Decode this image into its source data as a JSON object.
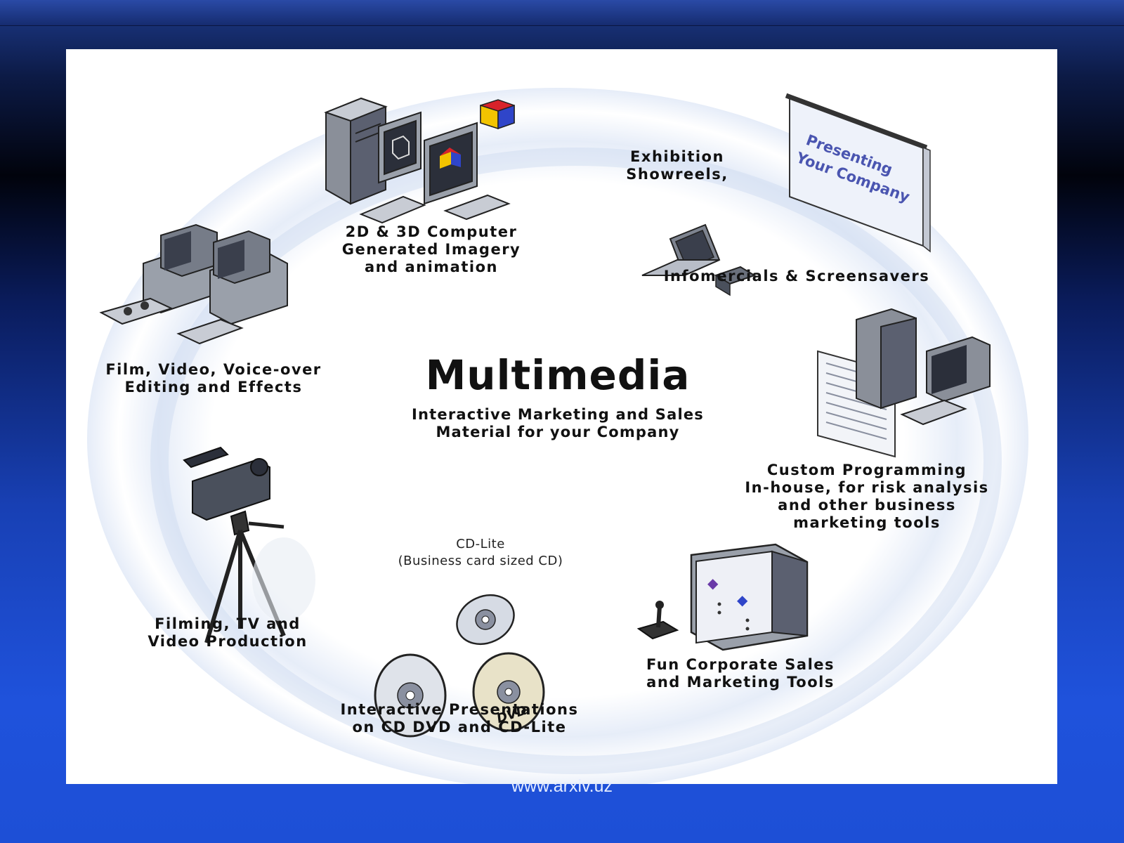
{
  "diagram": {
    "center": {
      "title": "Multimedia",
      "subtitle_line1": "Interactive Marketing and Sales",
      "subtitle_line2": "Material for your Company"
    },
    "nodes": {
      "cgi": {
        "line1": "2D & 3D Computer",
        "line2": "Generated Imagery",
        "line3": "and animation"
      },
      "exhibition": {
        "line1": "Exhibition",
        "line2": "Showreels,"
      },
      "infomercials": {
        "line1": "Infomercials & Screensavers"
      },
      "screen_text": {
        "line1": "Presenting",
        "line2": "Your Company"
      },
      "film_editing": {
        "line1": "Film, Video, Voice-over",
        "line2": "Editing and Effects"
      },
      "programming": {
        "line1": "Custom Programming",
        "line2": "In-house, for risk analysis",
        "line3": "and other business",
        "line4": "marketing tools"
      },
      "filming": {
        "line1": "Filming, TV and",
        "line2": "Video Production"
      },
      "cd_lite": {
        "line1": "CD-Lite",
        "line2": "(Business card sized CD)"
      },
      "dvd_label": "DVD",
      "presentations": {
        "line1": "Interactive Presentations",
        "line2": "on CD DVD and CD-Lite"
      },
      "fun_tools": {
        "line1": "Fun Corporate Sales",
        "line2": "and Marketing Tools"
      }
    }
  },
  "footer": {
    "url": "www.arxiv.uz"
  },
  "colors": {
    "slide_background": "#ffffff",
    "page_top": "#1d3a8a",
    "page_bottom": "#1d4fd6",
    "text": "#111111"
  }
}
